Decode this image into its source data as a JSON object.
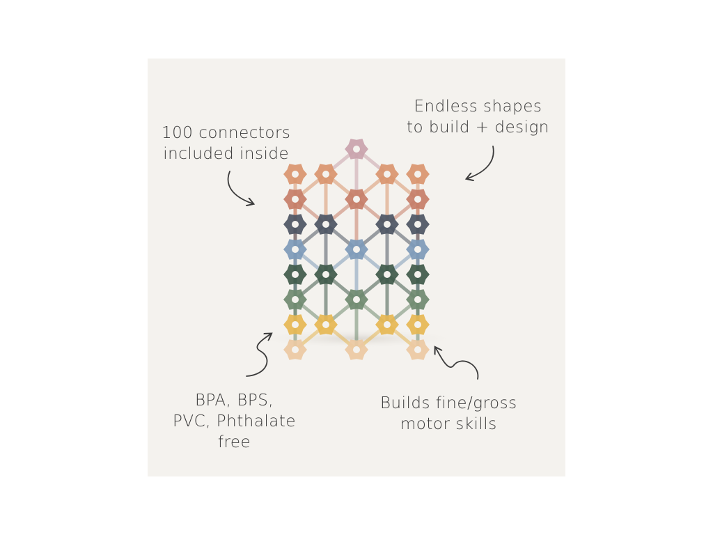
{
  "callouts": {
    "connectors": [
      "100 connectors",
      "included inside"
    ],
    "shapes": [
      "Endless shapes",
      "to build + design"
    ],
    "safety": [
      "BPA, BPS,",
      "PVC, Phthalate",
      "free"
    ],
    "motor": [
      "Builds fine/gross",
      "motor skills"
    ]
  },
  "colors": {
    "background": "#f4f2ee",
    "text": "#3b3b3b",
    "rows": [
      "#c9a3ac",
      "#d9956e",
      "#c67e68",
      "#4c5563",
      "#7d9ab8",
      "#3f5a4a",
      "#6f8a70",
      "#e6b753",
      "#ecc9a2"
    ]
  }
}
